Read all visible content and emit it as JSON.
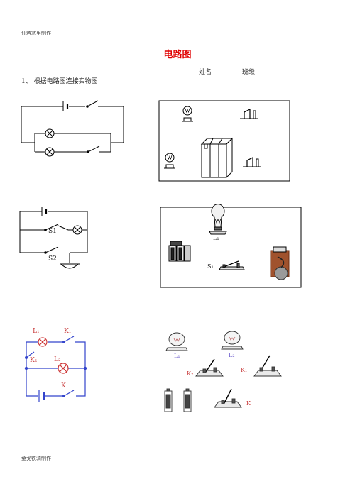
{
  "header_text": "仙若寒里制作",
  "footer_text": "金戈铁骑制作",
  "title": "电路图",
  "name_label": "姓名",
  "class_label": "班级",
  "question_1": "1、 根据电路图连接实物图",
  "c2": {
    "s1": "S1",
    "s2": "S2",
    "l1": "L₁",
    "sw": "S₁"
  },
  "c3": {
    "l1": "L₁",
    "k1": "K₁",
    "k2": "K₂",
    "l2": "L₂",
    "k": "K",
    "r_l1": "L₁",
    "r_l2": "L₂",
    "r_k2": "K₂",
    "r_k1": "K₁",
    "r_k": "K"
  },
  "colors": {
    "title": "#e00000",
    "label_red": "#c83a3a",
    "wire_blue": "#3344cc",
    "label_purple": "#6a5acd"
  }
}
